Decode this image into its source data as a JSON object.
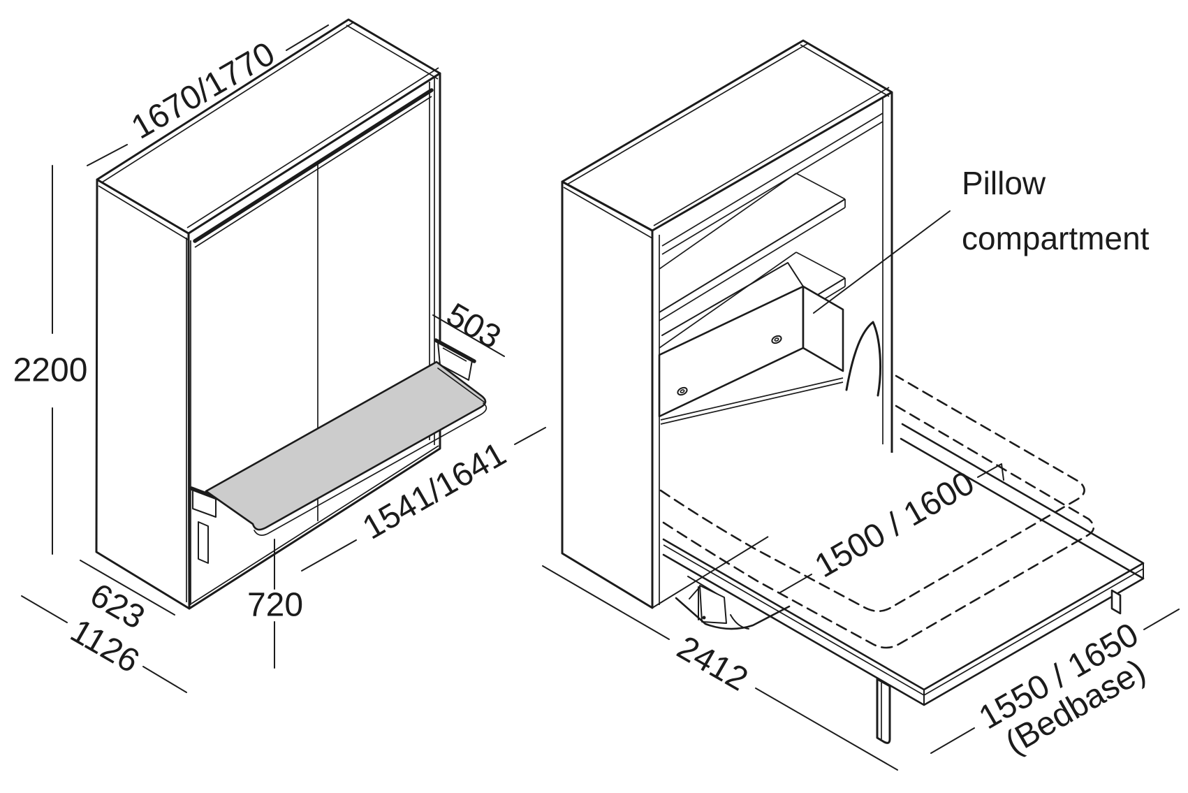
{
  "colors": {
    "line": "#1b1b1b",
    "background": "#ffffff",
    "desk_surface": "#cccccc"
  },
  "left_view": {
    "description": "closed wall-bed cabinet with fold-out desk",
    "dimensions": {
      "cabinet_width": "1670/1770",
      "cabinet_height": "2200",
      "cabinet_depth": "623",
      "total_depth_with_desk": "1126",
      "desk_depth": "503",
      "desk_width": "1541/1641",
      "desk_height": "720"
    }
  },
  "right_view": {
    "description": "open wall-bed with mattress folded down",
    "annotations": {
      "pillow_line1": "Pillow",
      "pillow_line2": "compartment"
    },
    "dimensions": {
      "mattress_width": "1500 / 1600",
      "open_depth": "2412",
      "bedbase_width": "1550 / 1650",
      "bedbase_note": "(Bedbase)"
    }
  }
}
